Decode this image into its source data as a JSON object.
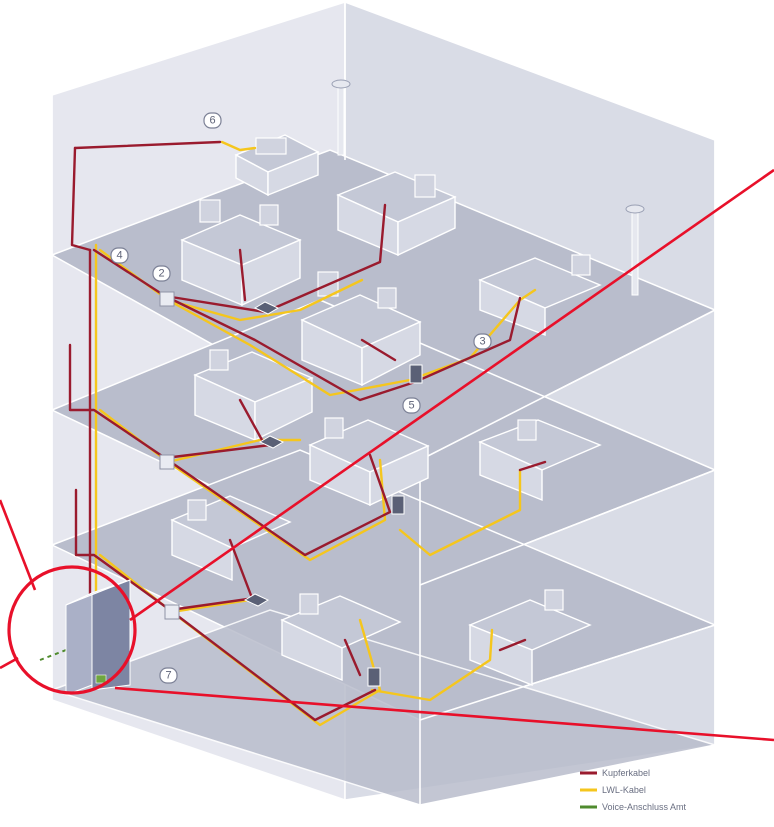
{
  "callouts": [
    "6",
    "4",
    "2",
    "3",
    "5",
    "7"
  ],
  "legend": [
    {
      "label": "Kupferkabel",
      "color": "#9a1b2e"
    },
    {
      "label": "LWL-Kabel",
      "color": "#f5c61d"
    },
    {
      "label": "Voice-Anschluss Amt",
      "color": "#4f8b2e"
    }
  ],
  "colors": {
    "copper": "#9a1b2e",
    "fiber": "#f5c61d",
    "voice": "#4f8b2e",
    "highlight": "#e8102a",
    "building": "#b9bdcc"
  }
}
